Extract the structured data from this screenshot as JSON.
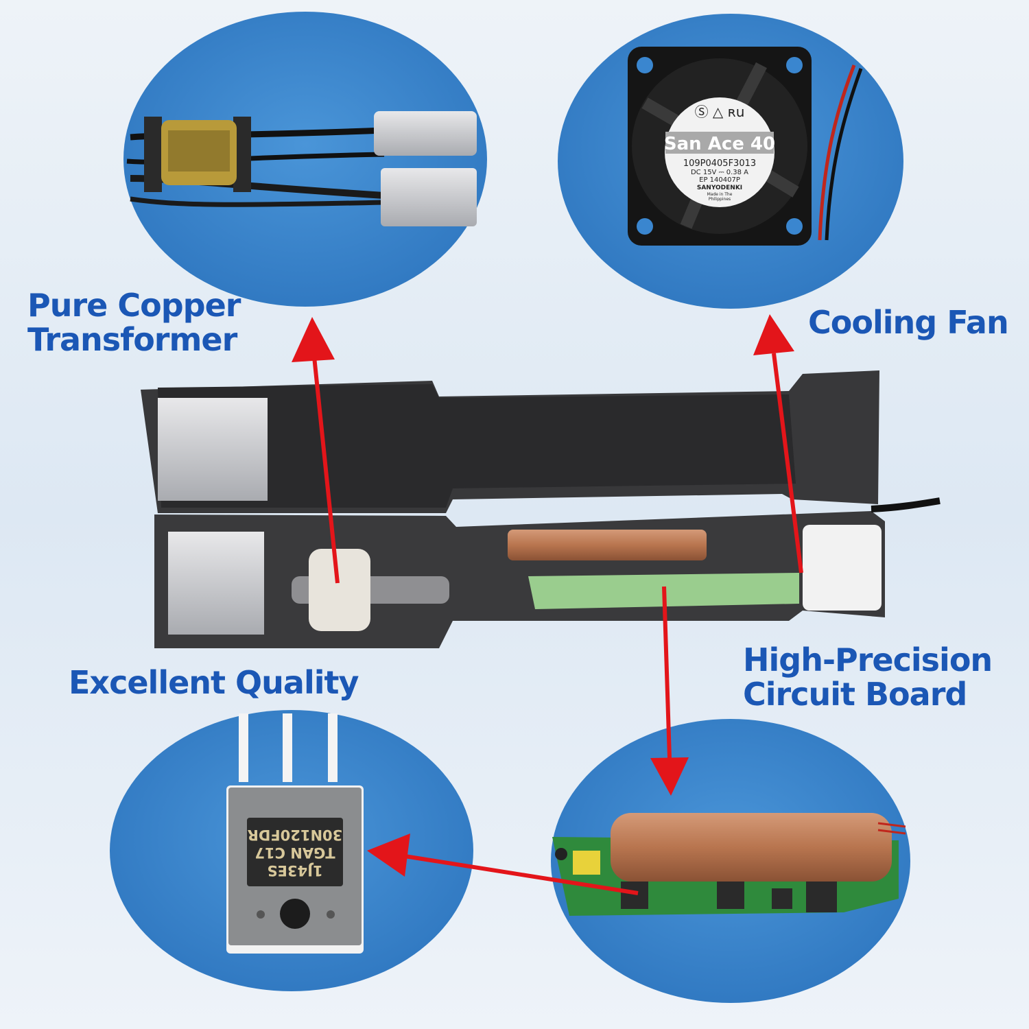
{
  "callouts": {
    "transformer": {
      "line1": "Pure Copper",
      "line2": "Transformer"
    },
    "fan": {
      "line1": "Cooling Fan"
    },
    "quality": {
      "line1": "Excellent Quality"
    },
    "circuit": {
      "line1": "High-Precision",
      "line2": "Circuit Board"
    }
  },
  "fan_sticker": {
    "brand": "San Ace 40",
    "model": "109P0405F3013",
    "rating": "DC 15V ⎓ 0.38 A",
    "ep": "EP 140407P",
    "maker": "SANYODENKI",
    "origin1": "Made in The",
    "origin2": "Philippines"
  },
  "igbt_marking": {
    "line1": "30N120FDR",
    "line2": "TGAN  C17",
    "line3": "1J43ES"
  },
  "colors": {
    "label_blue": "#1b57b5",
    "arrow_red": "#e3151a",
    "denim_blue": "#3a86cf",
    "housing": "#3a3a3c",
    "copper": "#b8754f",
    "pcb_green": "#2f8a3c"
  }
}
